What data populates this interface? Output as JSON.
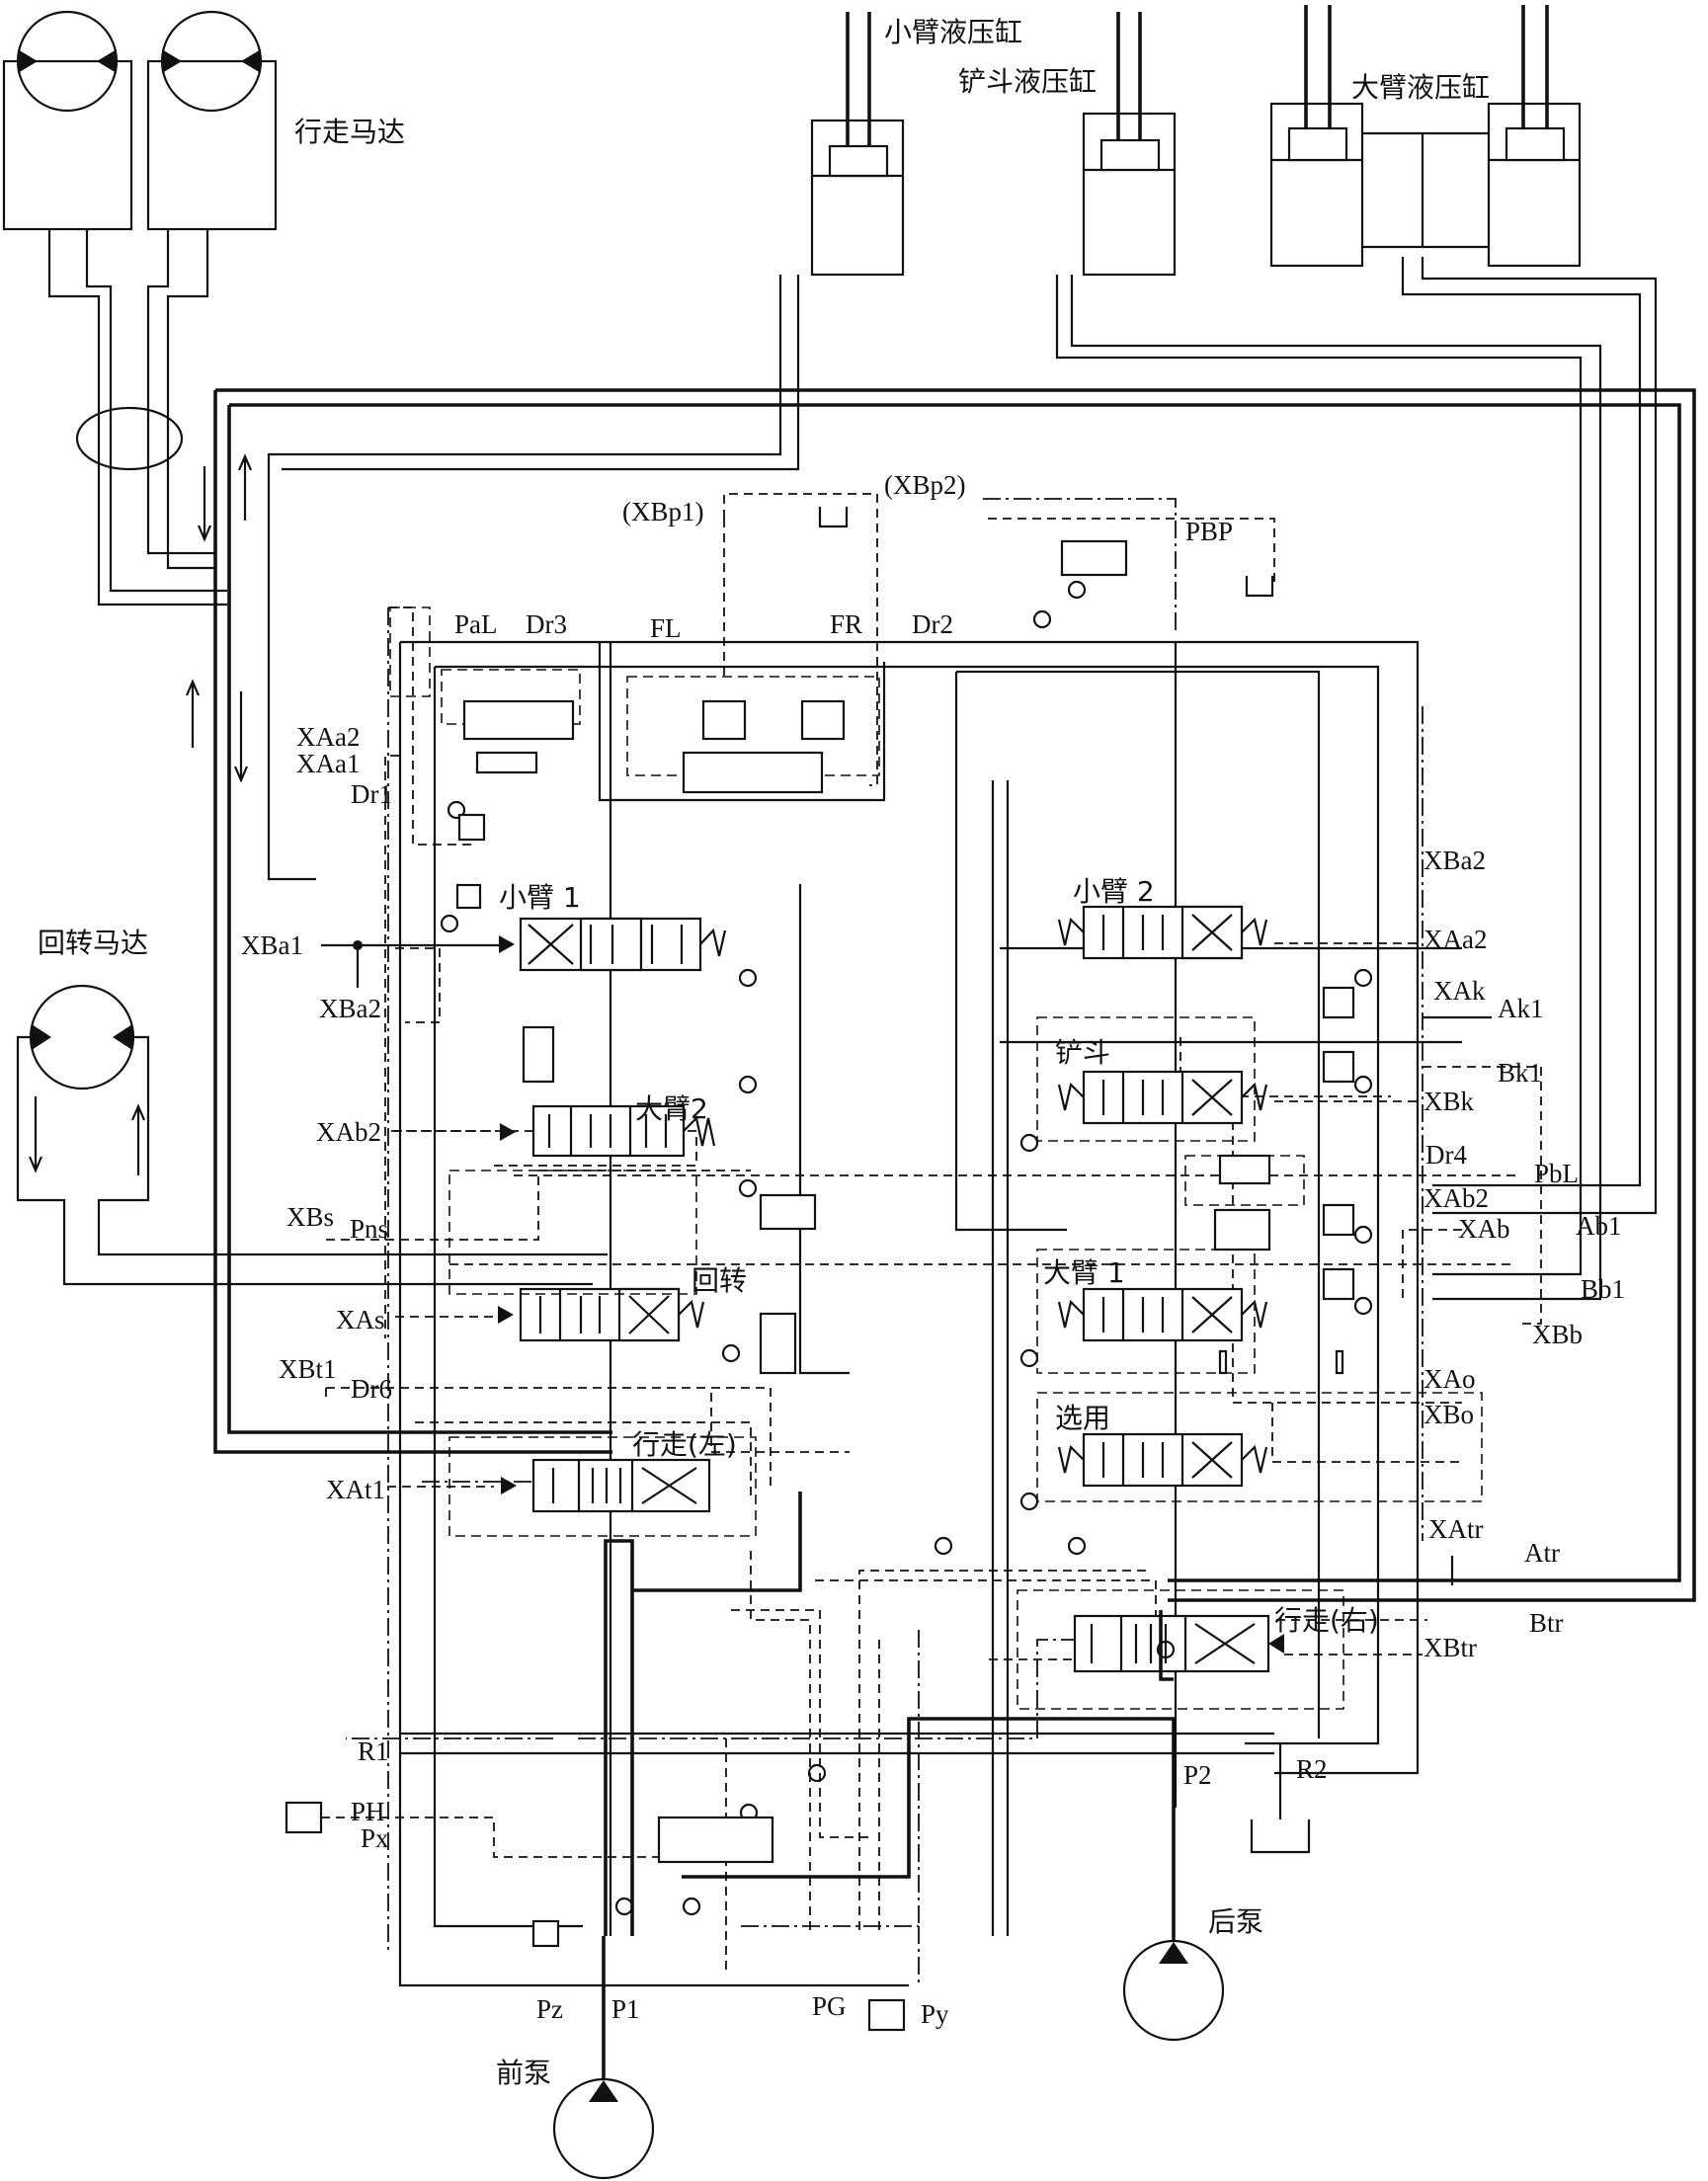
{
  "components": {
    "travel_motors": "行走马达",
    "swing_motor": "回转马达",
    "arm_cylinder": "小臂液压缸",
    "bucket_cylinder": "铲斗液压缸",
    "boom_cylinder": "大臂液压缸",
    "front_pump": "前泵",
    "rear_pump": "后泵"
  },
  "valve_sections": {
    "arm1": "小臂 1",
    "boom2": "大臂2",
    "swing": "回转",
    "travel_left": "行走(左)",
    "arm2": "小臂 2",
    "bucket": "铲斗",
    "boom1": "大臂 1",
    "optional": "选用",
    "travel_right": "行走(右)"
  },
  "ports": {
    "xbp1": "(XBp1)",
    "xbp2": "(XBp2)",
    "pbp": "PBP",
    "pal": "PaL",
    "dr3": "Dr3",
    "fl": "FL",
    "fr": "FR",
    "dr2": "Dr2",
    "xaa2_l": "XAa2",
    "xaa1": "XAa1",
    "dr1": "Dr1",
    "xba1": "XBa1",
    "xba2_l": "XBa2",
    "xab2_l": "XAb2",
    "xbs": "XBs",
    "pns": "Pns",
    "xas": "XAs",
    "xbt1": "XBt1",
    "dr6": "Dr6",
    "xat1": "XAt1",
    "r1": "R1",
    "ph": "PH",
    "px": "Px",
    "pz": "Pz",
    "p1": "P1",
    "pg": "PG",
    "py": "Py",
    "p2": "P2",
    "r2": "R2",
    "xba2_r": "XBa2",
    "xaa2_r": "XAa2",
    "xak": "XAk",
    "ak1": "Ak1",
    "bk1": "Bk1",
    "xbk": "XBk",
    "dr4": "Dr4",
    "pbl": "PbL",
    "xab2_r": "XAb2",
    "xab": "XAb",
    "ab1": "Ab1",
    "bb1": "Bb1",
    "xbb": "XBb",
    "xao": "XAo",
    "xbo": "XBo",
    "xatr": "XAtr",
    "atr": "Atr",
    "xbtr": "XBtr",
    "btr": "Btr"
  },
  "colors": {
    "line": "#111111",
    "background": "#ffffff"
  }
}
